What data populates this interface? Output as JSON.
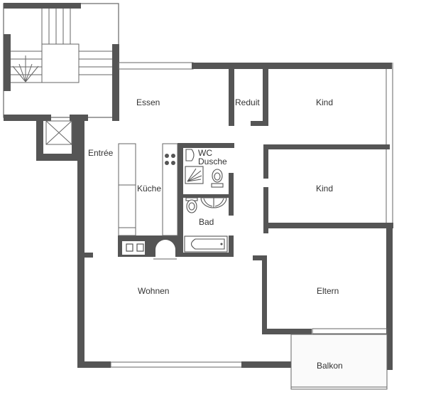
{
  "title": "Floor plan — apartment",
  "colors": {
    "wall": "#555555",
    "line": "#666666",
    "background": "#ffffff",
    "text": "#333333"
  },
  "rooms": {
    "essen": "Essen",
    "reduit": "Reduit",
    "kind1": "Kind",
    "kind2": "Kind",
    "entree": "Entrée",
    "kueche": "Küche",
    "wc_dusche_1": "WC",
    "wc_dusche_2": "Dusche",
    "bad": "Bad",
    "wohnen": "Wohnen",
    "eltern": "Eltern",
    "balkon": "Balkon"
  },
  "symbols": {
    "stair": "staircase",
    "elevator": "elevator-shaft",
    "stove": "stove-burners",
    "sink": "sink",
    "toilet": "toilet",
    "shower": "shower",
    "bathtub": "bathtub"
  }
}
